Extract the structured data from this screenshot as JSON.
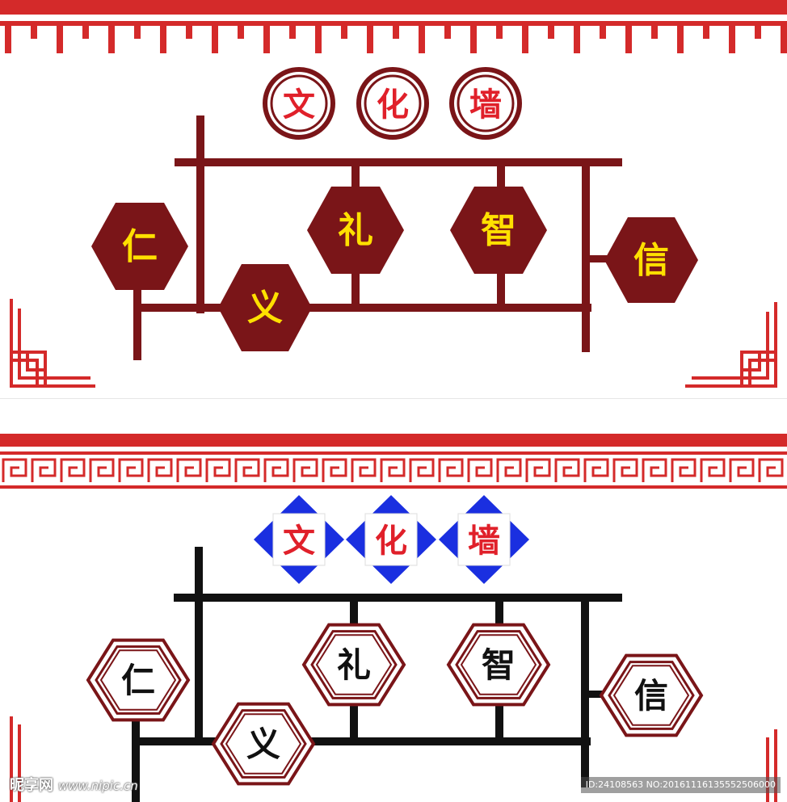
{
  "title_chars": [
    "文",
    "化",
    "墙"
  ],
  "virtue_chars": [
    "仁",
    "义",
    "礼",
    "智",
    "信"
  ],
  "colors": {
    "border_red": "#d42a2a",
    "frame_darkred": "#7a1518",
    "hex_fill": "#7a1518",
    "yellow_text": "#ffe000",
    "title_red": "#e0202a",
    "diamond_blue": "#1a2fe0",
    "frame_black": "#111111"
  },
  "watermark": {
    "site_name": "昵享网",
    "site_url": "www.nipic.cn",
    "image_info": "ID:24108563 NO:20161116135552506000"
  }
}
